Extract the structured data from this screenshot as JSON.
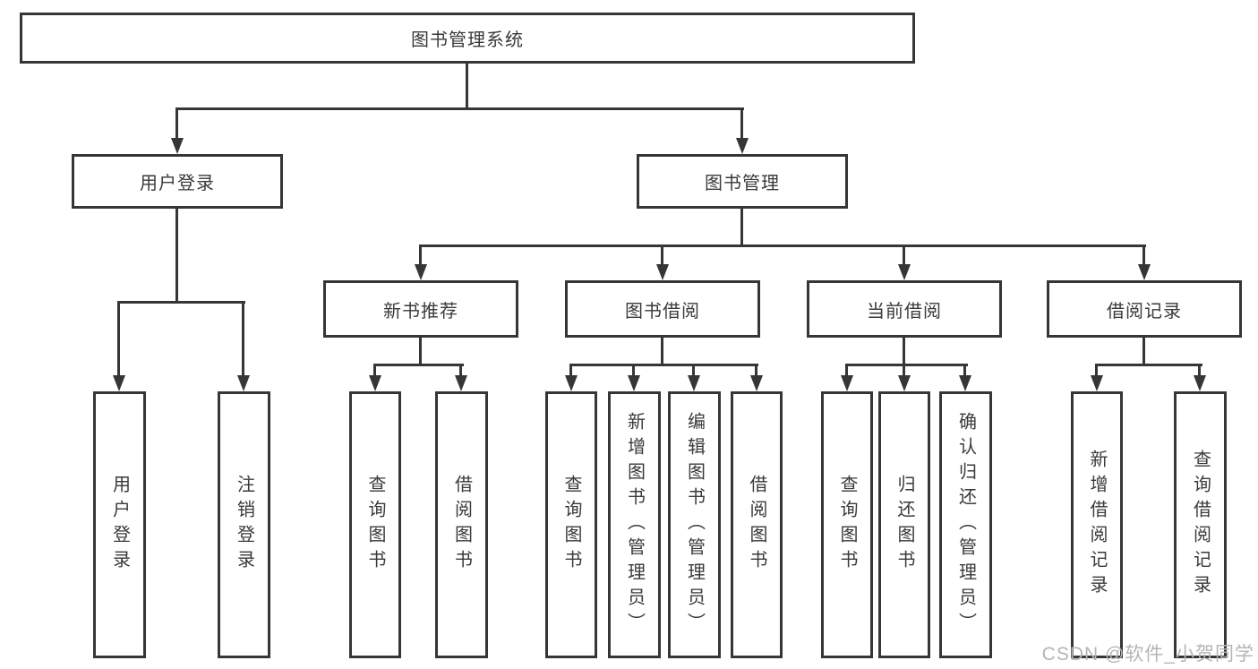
{
  "diagram": {
    "root": {
      "label": "图书管理系统"
    },
    "user_login": {
      "label": "用户登录",
      "leaves": [
        "用户登录",
        "注销登录"
      ]
    },
    "book_management": {
      "label": "图书管理",
      "groups": [
        {
          "label": "新书推荐",
          "leaves": [
            "查询图书",
            "借阅图书"
          ]
        },
        {
          "label": "图书借阅",
          "leaves": [
            "查询图书",
            "新增图书（管理员）",
            "编辑图书（管理员）",
            "借阅图书"
          ]
        },
        {
          "label": "当前借阅",
          "leaves": [
            "查询图书",
            "归还图书",
            "确认归还（管理员）"
          ]
        },
        {
          "label": "借阅记录",
          "leaves": [
            "新增借阅记录",
            "查询借阅记录"
          ]
        }
      ]
    }
  },
  "colors": {
    "line": "#363636",
    "text": "#3a3a3a",
    "background": "#ffffff",
    "watermark": "#b5b5b5"
  },
  "watermark": {
    "text": "CSDN @软件_小贺同学"
  }
}
